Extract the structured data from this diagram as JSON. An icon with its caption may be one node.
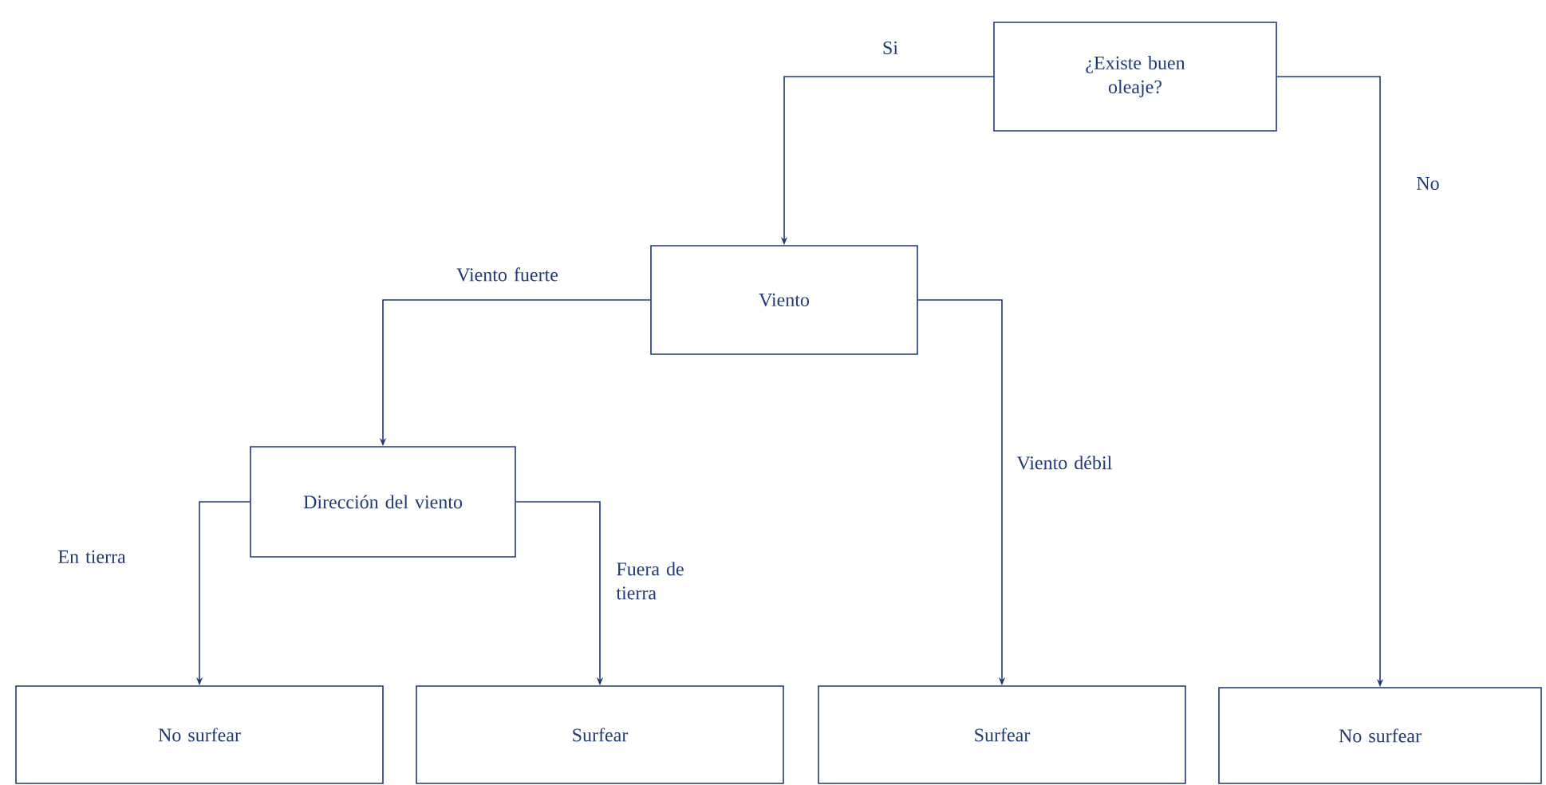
{
  "diagram": {
    "nodes": [
      {
        "text": [
          "¿Existe buen oleaje?"
        ]
      },
      {
        "text": [
          "Viento"
        ]
      },
      {
        "text": [
          "Dirección del viento"
        ]
      },
      {
        "text": [
          "No surfear"
        ]
      },
      {
        "text": [
          "Surfear"
        ]
      },
      {
        "text": [
          "Surfear"
        ]
      },
      {
        "text": [
          "No surfear"
        ]
      }
    ],
    "edges": [
      {
        "from": 0,
        "to": 1,
        "arrow": "to",
        "label": "Si"
      },
      {
        "from": 0,
        "to": 6,
        "arrow": "to",
        "label": "No"
      },
      {
        "from": 1,
        "to": 2,
        "arrow": "to",
        "label": "Viento fuerte"
      },
      {
        "from": 1,
        "to": 5,
        "arrow": "to",
        "label": "Viento débil"
      },
      {
        "from": 2,
        "to": 3,
        "arrow": "to",
        "label": "En tierra"
      },
      {
        "from": 2,
        "to": 4,
        "arrow": "to",
        "label": "Fuera de tierra"
      }
    ]
  }
}
